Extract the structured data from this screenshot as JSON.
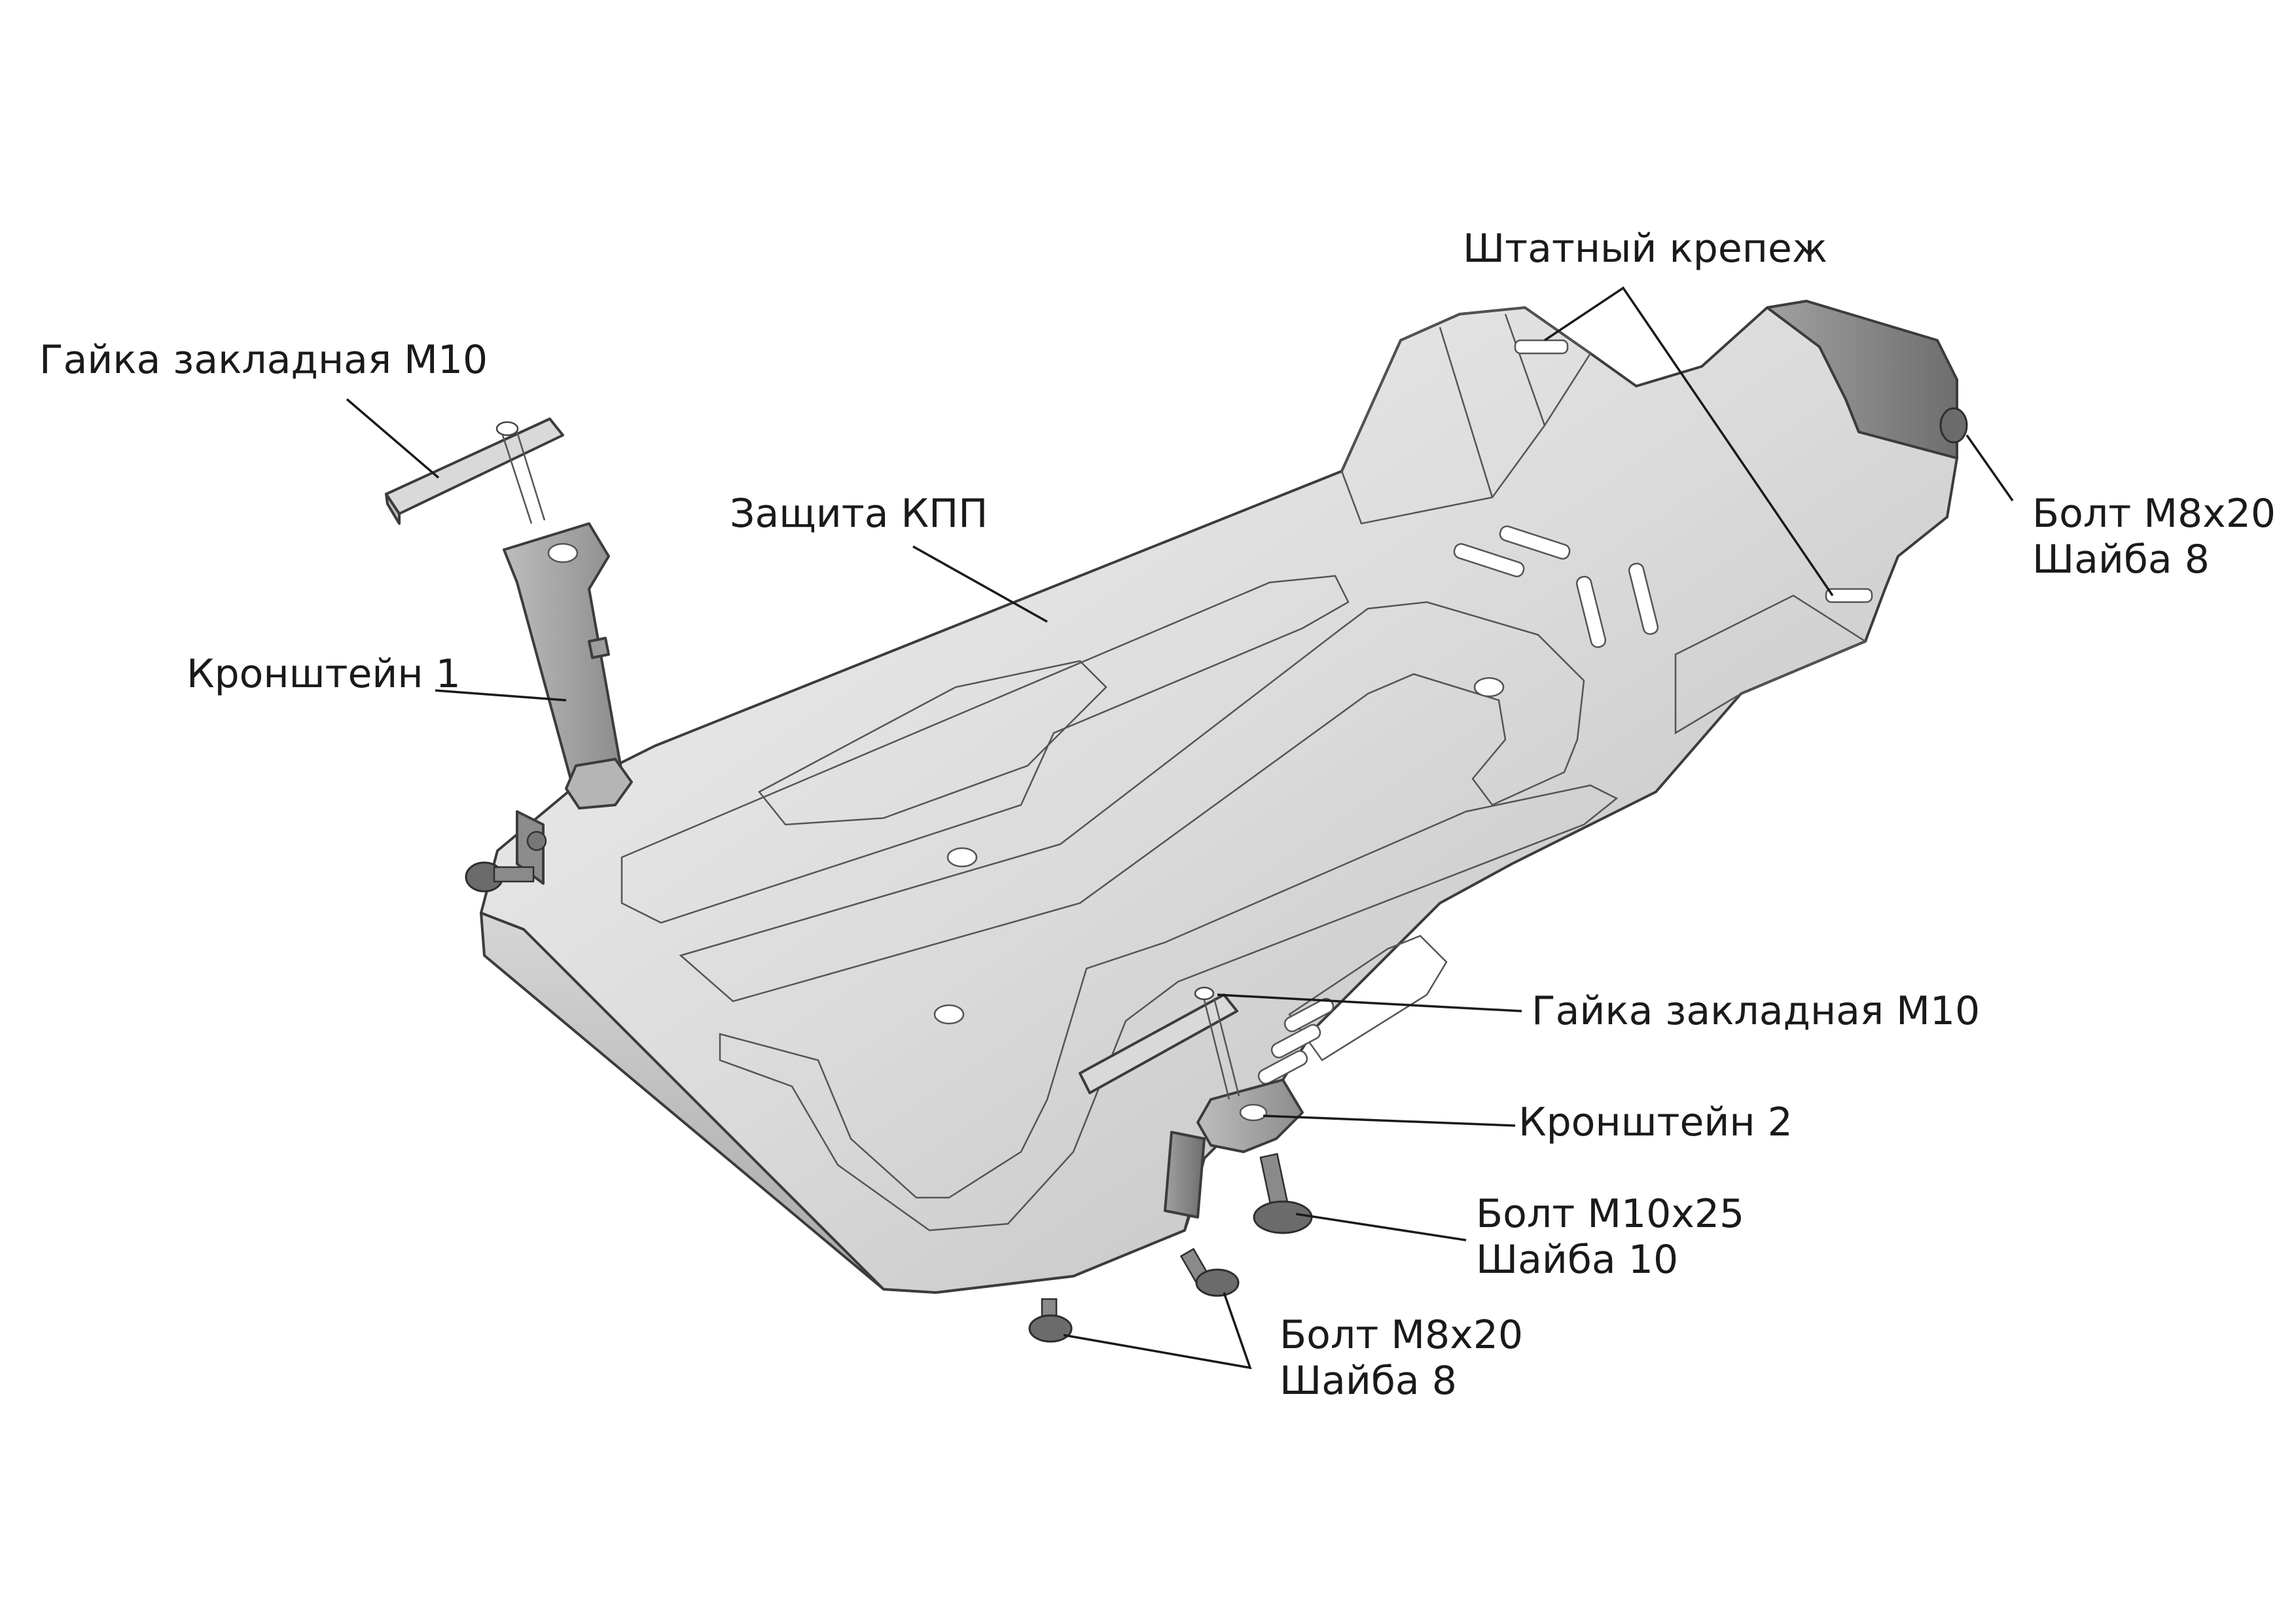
{
  "labels": {
    "nut_top": "Гайка закладная М10",
    "shield": "Защита КПП",
    "bracket1": "Кронштейн 1",
    "std_fastener": "Штатный крепеж",
    "bolt_right_1": "Болт М8х20",
    "bolt_right_2": "Шайба 8",
    "nut_mid": "Гайка закладная М10",
    "bracket2": "Кронштейн 2",
    "bolt_m10_1": "Болт М10х25",
    "bolt_m10_2": "Шайба 10",
    "bolt_bottom_1": "Болт М8х20",
    "bolt_bottom_2": "Шайба 8"
  },
  "colors": {
    "steel_light": "#ececec",
    "steel_mid": "#c9c9c9",
    "steel_dark": "#8a8a8a",
    "outline": "#3c3c3c"
  }
}
